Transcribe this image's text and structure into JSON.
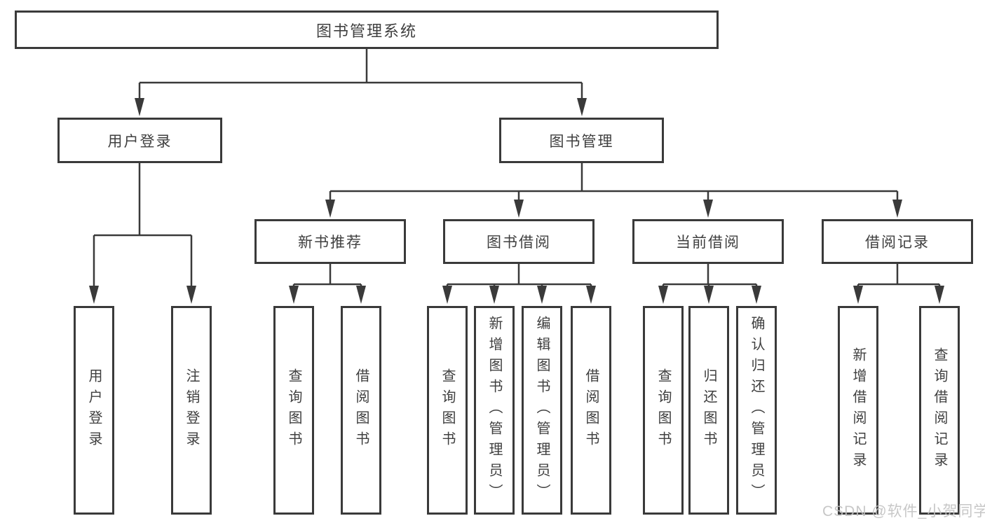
{
  "nodes": {
    "root": "图书管理系统",
    "user_login": "用户登录",
    "book_mgmt": "图书管理",
    "new_book_rec": "新书推荐",
    "book_borrow": "图书借阅",
    "current_borrow": "当前借阅",
    "borrow_records": "借阅记录",
    "leaves": {
      "user_login": [
        "用户登录",
        "注销登录"
      ],
      "new_book_rec": [
        "查询图书",
        "借阅图书"
      ],
      "book_borrow": [
        "查询图书",
        "新增图书（管理员）",
        "编辑图书（管理员）",
        "借阅图书"
      ],
      "current_borrow": [
        "查询图书",
        "归还图书",
        "确认归还（管理员）"
      ],
      "borrow_records": [
        "新增借阅记录",
        "查询借阅记录"
      ]
    }
  },
  "watermark": {
    "text": "CSDN @软件_小贺同学"
  },
  "colors": {
    "line": "#3a3a3a",
    "border": "#3a3a3a",
    "text": "#3f3f3f",
    "background": "#ffffff",
    "watermark": "#c2c2c2"
  }
}
